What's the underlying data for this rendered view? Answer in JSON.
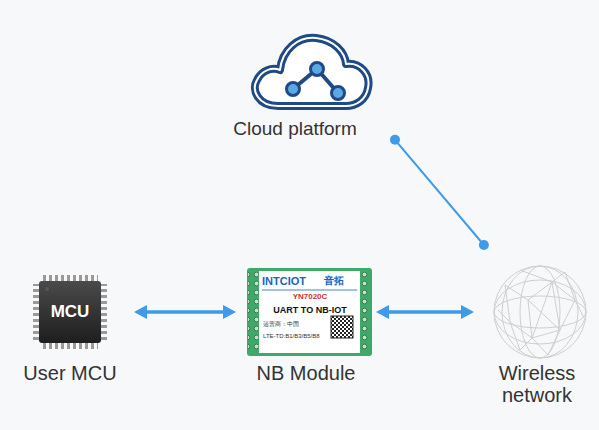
{
  "diagram": {
    "nodes": [
      {
        "text": [
          "Cloud platform"
        ]
      },
      {
        "text": [
          "MCU",
          "User MCU"
        ]
      },
      {
        "text": [
          "INTCIOT",
          "音拓",
          "YN7020C",
          "UART TO NB-IOT",
          "运营商：中国",
          "LTE-TD:B1/B3/B5/B8",
          "NB Module"
        ]
      },
      {
        "text": [
          "Wireless network"
        ]
      }
    ],
    "edges": [
      {
        "from": 1,
        "to": 2,
        "arrow": "both"
      },
      {
        "from": 2,
        "to": 3,
        "arrow": "both"
      },
      {
        "from": 0,
        "to": 3,
        "arrow": "none"
      }
    ]
  }
}
